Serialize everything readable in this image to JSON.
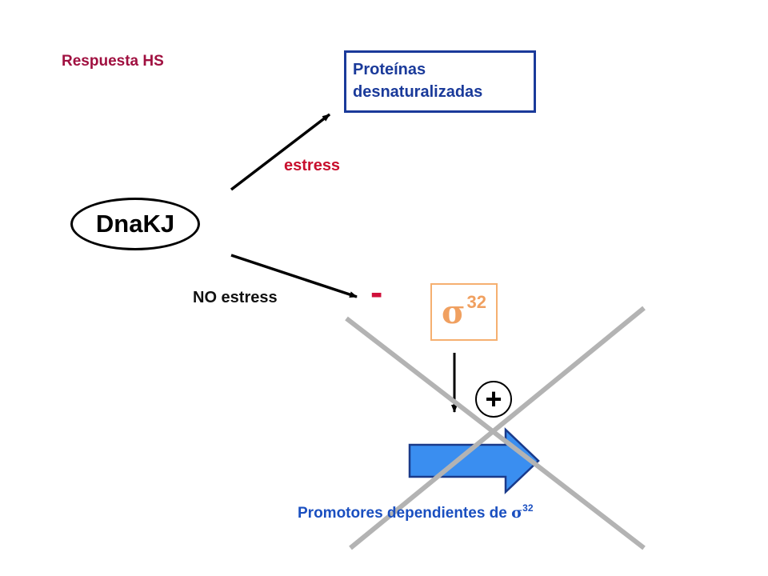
{
  "title": "Respuesta HS",
  "proteins_box": {
    "line1": "Proteínas",
    "line2": "desnaturalizadas"
  },
  "stress_label": "estress",
  "dnakj_label": "DnaKJ",
  "no_stress_label": "NO estress",
  "inhibition_sign": "-",
  "sigma": {
    "symbol": "σ",
    "superscript": "32"
  },
  "activation_sign": "+",
  "promoters": {
    "text": "Promotores dependientes de ",
    "symbol": "σ",
    "superscript": "32"
  },
  "colors": {
    "title": "#a01040",
    "proteins": "#1a3a9a",
    "stress": "#c8102e",
    "sigma": "#f0a060",
    "promoter_arrow": "#3a8ef0",
    "cross": "#b3b3b3"
  }
}
